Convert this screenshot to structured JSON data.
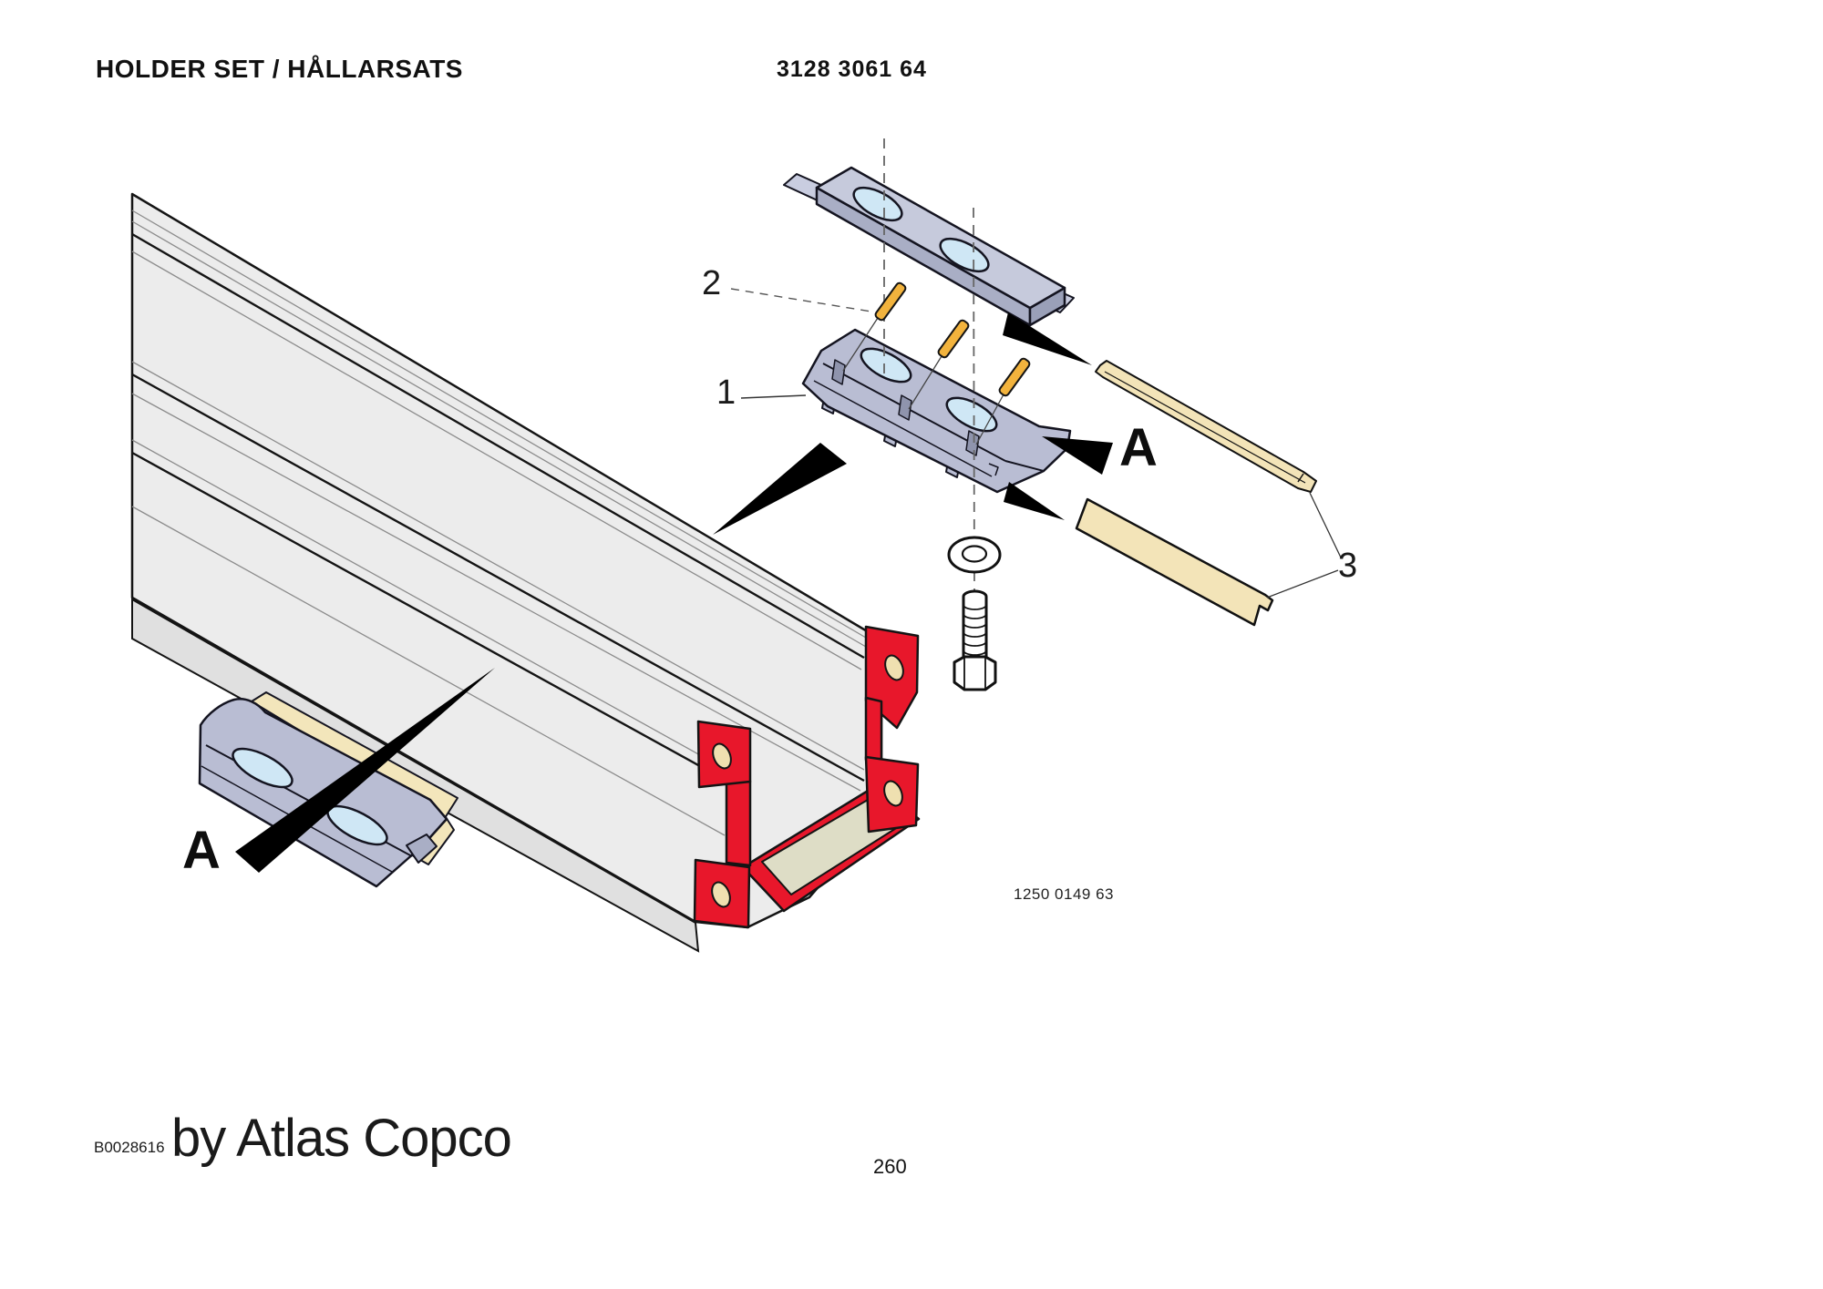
{
  "page": {
    "title": "HOLDER SET / HÅLLARSATS",
    "part_number": "3128 3061 64",
    "figure_number": "1250 0149 63",
    "footer_code": "B0028616",
    "footer_brand": "by Atlas Copco",
    "page_number": "260"
  },
  "callouts": {
    "item_1": "1",
    "item_2": "2",
    "item_3": "3",
    "detail_marker_right": "A",
    "detail_marker_left": "A"
  },
  "colors": {
    "holder_body": "#b9bdd3",
    "holder_face": "#a9aec5",
    "slot_blue": "#cfe7f5",
    "pin_orange": "#f2b33d",
    "wear_strip_cream": "#f3e4b8",
    "rail_gray": "#ececec",
    "section_red": "#e8172b",
    "section_web_beige": "#deddc6",
    "hole_cream": "#efe0b0"
  }
}
